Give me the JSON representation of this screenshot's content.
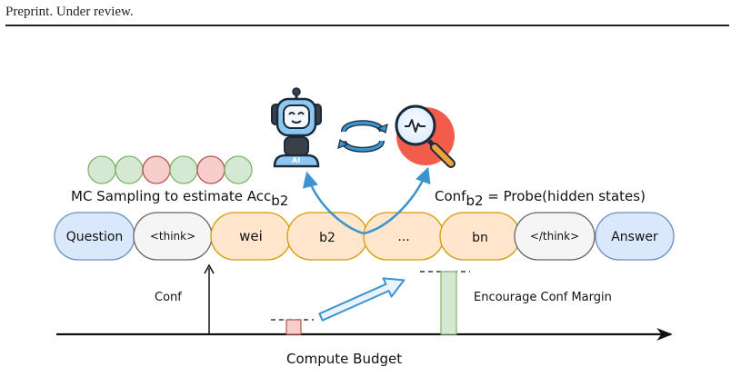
{
  "header": {
    "running_head": "Preprint. Under review."
  },
  "figure": {
    "mc_label_prefix": "MC Sampling to estimate Acc",
    "mc_label_sub": "b2",
    "probe_label_prefix": "Conf",
    "probe_label_sub": "b2",
    "probe_label_suffix": " = Probe(hidden states)",
    "ai_badge": "AI",
    "tokens": {
      "question": "Question",
      "think_open": "<think>",
      "wei": "wei",
      "b2": "b2",
      "ellipsis": "...",
      "bn": "bn",
      "think_close": "</think>",
      "answer": "Answer"
    },
    "conf_label": "Conf",
    "margin_label": "Encourage Conf Margin",
    "xaxis_label": "Compute Budget",
    "sample_circles": [
      "green",
      "green",
      "red",
      "green",
      "red",
      "green"
    ],
    "colors": {
      "green_fill": "#d5e8d4",
      "green_stroke": "#82b366",
      "red_fill": "#f8cecc",
      "red_stroke": "#b85450",
      "blue_fill": "#dae8fc",
      "blue_stroke": "#6c8ebf",
      "gray_fill": "#f5f5f5",
      "gray_stroke": "#666666",
      "orange_fill": "#ffe6cc",
      "orange_stroke": "#d79b00",
      "arrow_blue": "#3b93d0"
    }
  }
}
